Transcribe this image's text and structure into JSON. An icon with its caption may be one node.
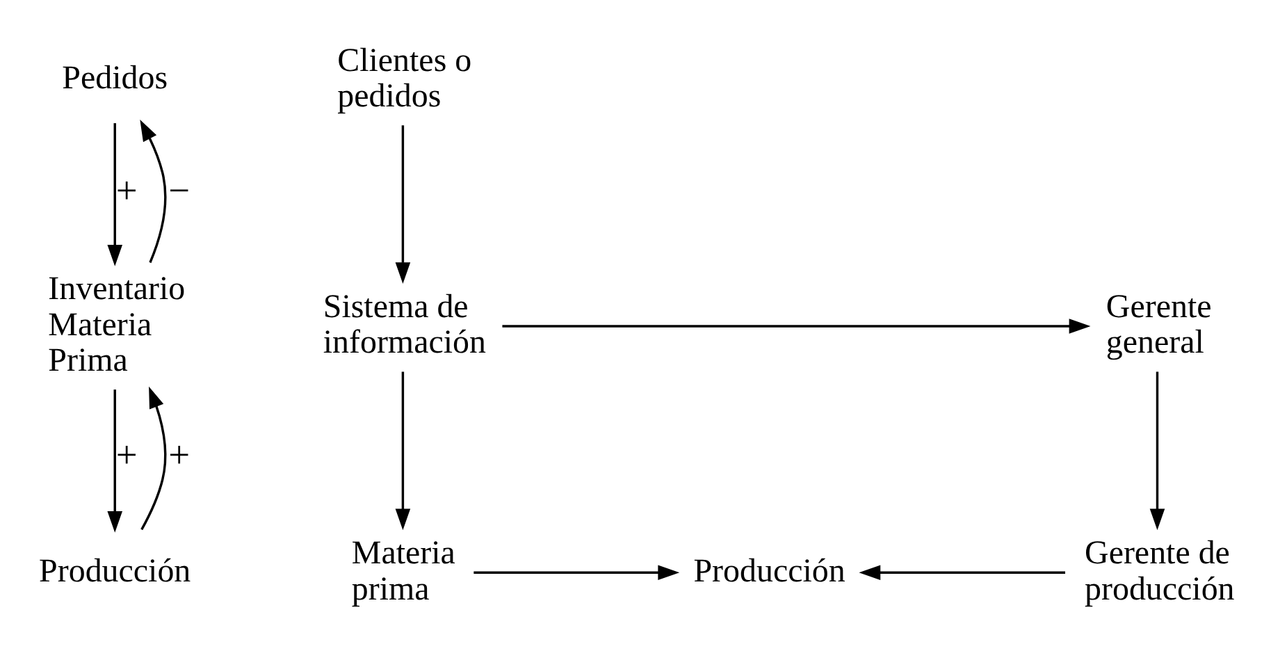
{
  "diagram": {
    "nodes": [
      {
        "text": [
          "Pedidos"
        ]
      },
      {
        "text": [
          "Inventario Materia Prima"
        ]
      },
      {
        "text": [
          "Producción"
        ]
      },
      {
        "text": [
          "Clientes o pedidos"
        ]
      },
      {
        "text": [
          "Gerente general"
        ]
      },
      {
        "text": [
          "Sistema de información"
        ]
      },
      {
        "text": [
          "Materia prima"
        ]
      },
      {
        "text": [
          "Producción"
        ]
      },
      {
        "text": [
          "Gerente de producción"
        ]
      }
    ],
    "edges": [
      {
        "from": 1,
        "to": 0,
        "arrow": "to",
        "label": "−"
      },
      {
        "from": 0,
        "to": 1,
        "arrow": "to",
        "label": "+"
      },
      {
        "from": 2,
        "to": 1,
        "arrow": "to",
        "label": "+"
      },
      {
        "from": 1,
        "to": 2,
        "arrow": "to",
        "label": "+"
      },
      {
        "from": 3,
        "to": 5,
        "arrow": "to"
      },
      {
        "from": 5,
        "to": 4,
        "arrow": "to"
      },
      {
        "from": 5,
        "to": 6,
        "arrow": "to"
      },
      {
        "from": 6,
        "to": 7,
        "arrow": "to"
      },
      {
        "from": 4,
        "to": 8,
        "arrow": "to"
      },
      {
        "from": 8,
        "to": 7,
        "arrow": "to"
      }
    ]
  }
}
